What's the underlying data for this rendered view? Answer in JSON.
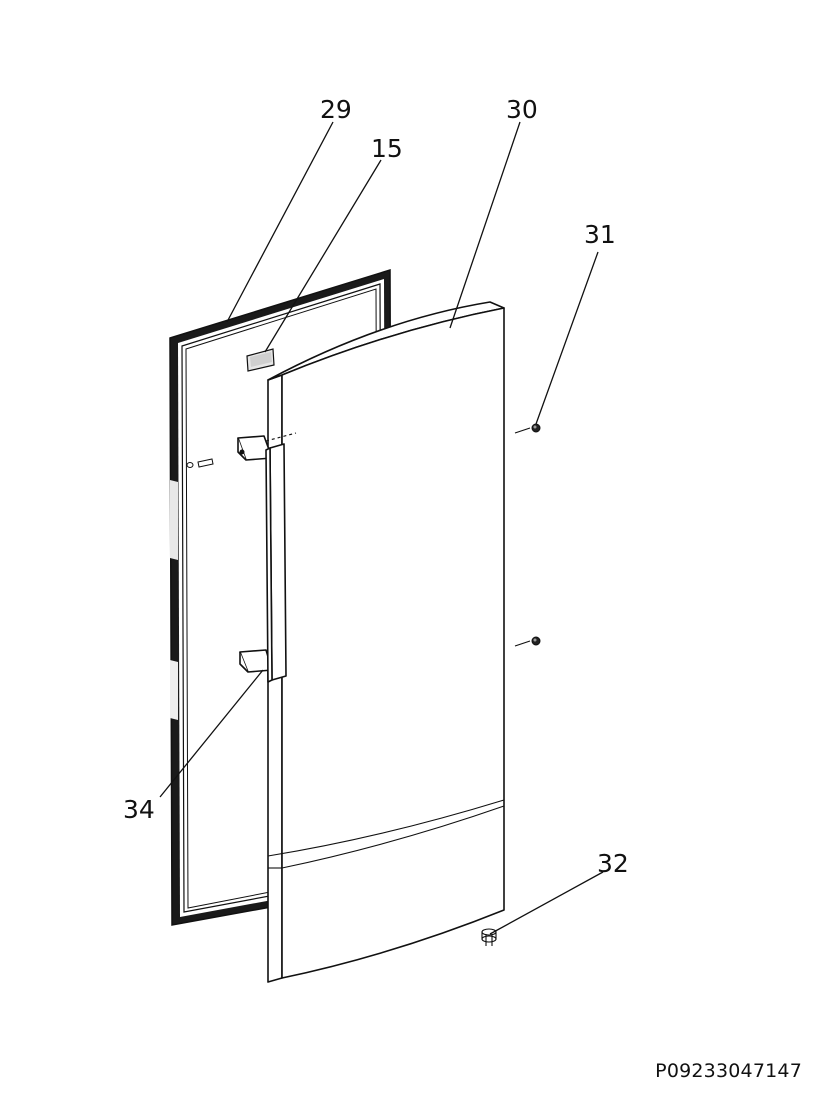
{
  "callouts": {
    "c29": "29",
    "c15": "15",
    "c30": "30",
    "c31": "31",
    "c34": "34",
    "c32": "32"
  },
  "document_code": "P09233047147"
}
